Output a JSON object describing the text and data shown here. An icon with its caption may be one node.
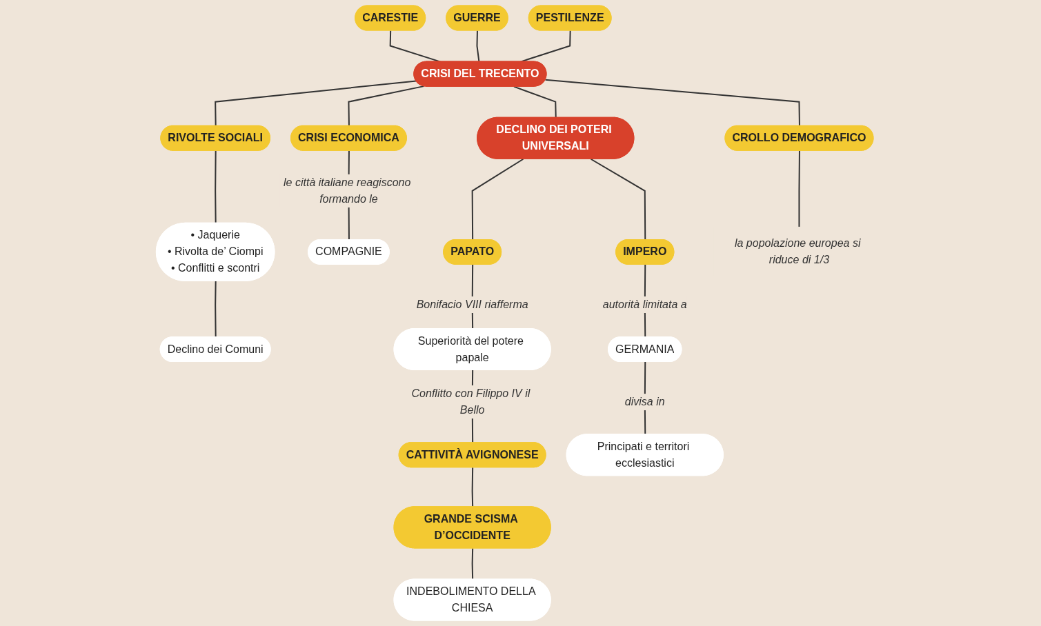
{
  "diagram": {
    "nodes": [
      {
        "text": [
          "CARESTIE"
        ]
      },
      {
        "text": [
          "GUERRE"
        ]
      },
      {
        "text": [
          "PESTILENZE"
        ]
      },
      {
        "text": [
          "CRISI DEL TRECENTO"
        ]
      },
      {
        "text": [
          "DECLINO DEI POTERI UNIVERSALI"
        ]
      },
      {
        "text": [
          "CROLLO DEMOGRAFICO"
        ]
      },
      {
        "text": [
          "RIVOLTE SOCIALI"
        ]
      },
      {
        "text": [
          "CRISI ECONOMICA"
        ]
      },
      {
        "text": [
          "• Jaquerie",
          "• Rivolta de’ Ciompi",
          "• Conflitti e scontri"
        ]
      },
      {
        "text": [
          "Declino dei Comuni"
        ]
      },
      {
        "text": [
          "COMPAGNIE"
        ]
      },
      {
        "text": [
          "PAPATO"
        ]
      },
      {
        "text": [
          "IMPERO"
        ]
      },
      {
        "text": [
          "Superiorità del potere papale"
        ]
      },
      {
        "text": [
          "CATTIVITÀ AVIGNONESE"
        ]
      },
      {
        "text": [
          "GRANDE SCISMA D’OCCIDENTE"
        ]
      },
      {
        "text": [
          "INDEBOLIMENTO DELLA CHIESA"
        ]
      },
      {
        "text": [
          "GERMANIA"
        ]
      },
      {
        "text": [
          "Principati e territori ecclesiastici"
        ]
      },
      {
        "text": [
          "la popolazione europea si riduce di 1/3"
        ]
      }
    ],
    "edges": [
      {
        "from": 0,
        "to": 3,
        "arrow": "none"
      },
      {
        "from": 1,
        "to": 3,
        "arrow": "none"
      },
      {
        "from": 2,
        "to": 3,
        "arrow": "none"
      },
      {
        "from": 3,
        "to": 4,
        "arrow": "none"
      },
      {
        "from": 3,
        "to": 5,
        "arrow": "none"
      },
      {
        "from": 3,
        "to": 6,
        "arrow": "none"
      },
      {
        "from": 3,
        "to": 7,
        "arrow": "none"
      },
      {
        "from": 5,
        "to": 19,
        "arrow": "none"
      },
      {
        "from": 6,
        "to": 8,
        "arrow": "none"
      },
      {
        "from": 8,
        "to": 9,
        "arrow": "none"
      },
      {
        "from": 7,
        "to": 10,
        "arrow": "none",
        "label": "le città italiane reagiscono formando le"
      },
      {
        "from": 4,
        "to": 11,
        "arrow": "none"
      },
      {
        "from": 4,
        "to": 12,
        "arrow": "none"
      },
      {
        "from": 11,
        "to": 13,
        "arrow": "none",
        "label": "Bonifacio VIII riafferma"
      },
      {
        "from": 13,
        "to": 14,
        "arrow": "none",
        "label": "Conflitto con Filippo IV il Bello"
      },
      {
        "from": 14,
        "to": 15,
        "arrow": "none"
      },
      {
        "from": 15,
        "to": 16,
        "arrow": "none"
      },
      {
        "from": 12,
        "to": 17,
        "arrow": "none",
        "label": "autorità limitata a"
      },
      {
        "from": 17,
        "to": 18,
        "arrow": "none",
        "label": "divisa in"
      }
    ]
  }
}
